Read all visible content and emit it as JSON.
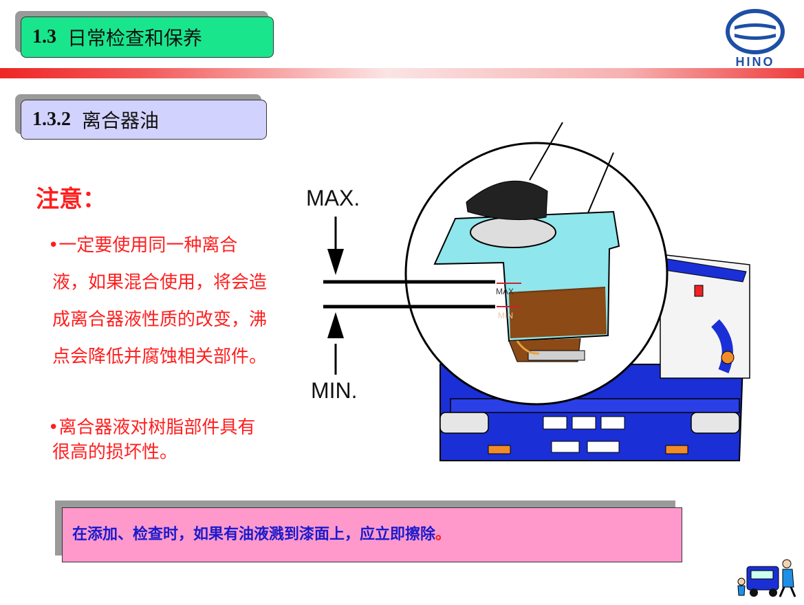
{
  "header": {
    "section_number": "1.3",
    "section_title": "日常检查和保养",
    "logo_text": "HINO"
  },
  "subsection": {
    "number": "1.3.2",
    "title": "离合器油"
  },
  "caution": {
    "heading": "注意：",
    "notes": [
      "一定要使用同一种离合液，如果混合使用，将会造成离合器液性质的改变，沸点会降低并腐蚀相关部件。",
      "离合器液对树脂部件具有很高的损坏性。"
    ],
    "bullet": "•"
  },
  "diagram": {
    "max_label": "MAX.",
    "min_label": "MIN.",
    "tank_max_mark": "MAX",
    "tank_min_mark": "MIN",
    "colors": {
      "tank": "#8fe6ec",
      "fluid": "#8b4a16",
      "truck_body": "#1a2fd6",
      "cap": "#222222"
    }
  },
  "footer_note": {
    "text": "在添加、检查时，如果有油液溅到漆面上，应立即擦除",
    "end_mark": "。"
  },
  "colors": {
    "main_title_bg": "#19e68c",
    "sub_title_bg": "#d2d2ff",
    "caution_text": "#ff1e1e",
    "note_box_bg": "#ff99cc",
    "note_box_text": "#1a1acc"
  }
}
